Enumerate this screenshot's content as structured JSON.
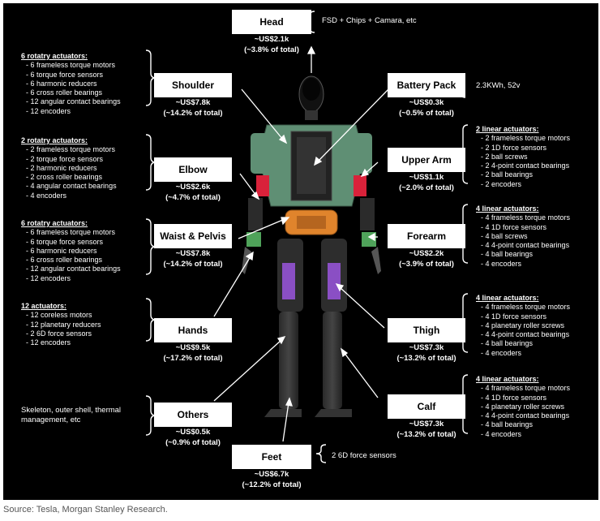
{
  "source": "Source: Tesla, Morgan Stanley Research.",
  "components": {
    "head": {
      "name": "Head",
      "cost": "~US$2.1k",
      "share": "(~3.8% of total)",
      "note": "FSD + Chips + Camara, etc"
    },
    "shoulder": {
      "name": "Shoulder",
      "cost": "~US$7.8k",
      "share": "(~14.2% of total)",
      "spec_title": "6 rotatry actuators:",
      "spec_items": [
        "6 frameless torque motors",
        "6 torque force sensors",
        "6 harmonic reducers",
        "6 cross roller bearings",
        "12 angular contact bearings",
        "12 encoders"
      ]
    },
    "elbow": {
      "name": "Elbow",
      "cost": "~US$2.6k",
      "share": "(~4.7% of total)",
      "spec_title": "2 rotatry actuators:",
      "spec_items": [
        "2 frameless torque motors",
        "2 torque force sensors",
        "2 harmonic reducers",
        "2 cross roller bearings",
        "4 angular contact bearings",
        "4 encoders"
      ]
    },
    "waist": {
      "name": "Waist & Pelvis",
      "cost": "~US$7.8k",
      "share": "(~14.2% of total)",
      "spec_title": "6 rotatry actuators:",
      "spec_items": [
        "6 frameless torque motors",
        "6 torque force sensors",
        "6 harmonic reducers",
        "6 cross roller bearings",
        "12 angular contact bearings",
        "12 encoders"
      ]
    },
    "hands": {
      "name": "Hands",
      "cost": "~US$9.5k",
      "share": "(~17.2% of total)",
      "spec_title": "12 actuators:",
      "spec_items": [
        "12 coreless motors",
        "12 planetary reducers",
        "2 6D force sensors",
        "12 encoders"
      ]
    },
    "others": {
      "name": "Others",
      "cost": "~US$0.5k",
      "share": "(~0.9% of total)",
      "note": "Skeleton, outer shell, thermal management, etc"
    },
    "feet": {
      "name": "Feet",
      "cost": "~US$6.7k",
      "share": "(~12.2% of total)",
      "note": "2 6D force sensors"
    },
    "battery": {
      "name": "Battery Pack",
      "cost": "~US$0.3k",
      "share": "(~0.5% of total)",
      "note": "2.3KWh, 52v"
    },
    "upper_arm": {
      "name": "Upper Arm",
      "cost": "~US$1.1k",
      "share": "(~2.0% of total)",
      "spec_title": "2 linear actuators:",
      "spec_items": [
        "2 frameless torque motors",
        "2 1D force sensors",
        "2 ball screws",
        "2 4-point contact bearings",
        "2 ball bearings",
        "2 encoders"
      ]
    },
    "forearm": {
      "name": "Forearm",
      "cost": "~US$2.2k",
      "share": "(~3.9% of total)",
      "spec_title": "4 linear actuators:",
      "spec_items": [
        "4 frameless torque motors",
        "4 1D force sensors",
        "4 ball screws",
        "4 4-point contact bearings",
        "4 ball bearings",
        "4 encoders"
      ]
    },
    "thigh": {
      "name": "Thigh",
      "cost": "~US$7.3k",
      "share": "(~13.2% of total)",
      "spec_title": "4 linear actuators:",
      "spec_items": [
        "4 frameless torque motors",
        "4 1D force sensors",
        "4 planetary roller screws",
        "4 4-point contact bearings",
        "4 ball bearings",
        "4 encoders"
      ]
    },
    "calf": {
      "name": "Calf",
      "cost": "~US$7.3k",
      "share": "(~13.2% of total)",
      "spec_title": "4 linear actuators:",
      "spec_items": [
        "4 frameless torque motors",
        "4 1D force sensors",
        "4 planetary roller screws",
        "4 4-point contact bearings",
        "4 ball bearings",
        "4 encoders"
      ]
    }
  },
  "colors": {
    "torso": "#5f8f74",
    "red": "#d9223a",
    "yellow": "#d8b23a",
    "green": "#4fa35a",
    "orange": "#e0842c",
    "purple": "#8a4fc4",
    "robot_black": "#1d1d1d"
  }
}
